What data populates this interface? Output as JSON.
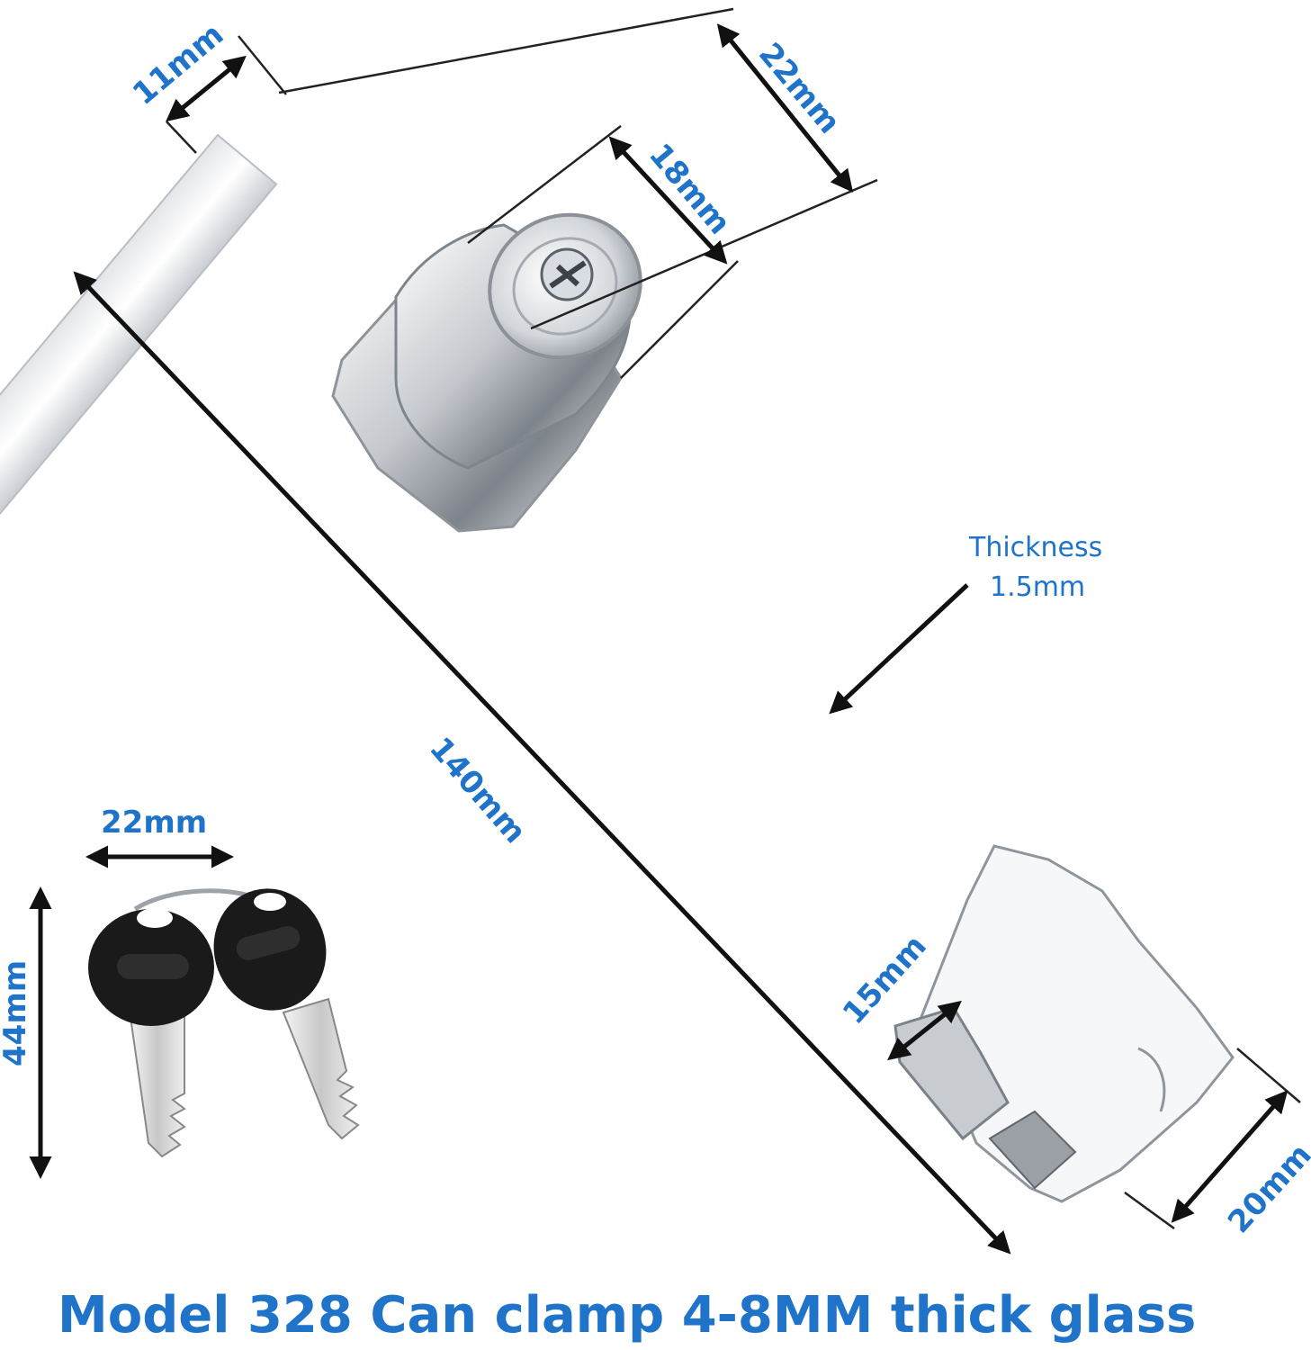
{
  "dimensions": {
    "strip_width": "11mm",
    "lock_body_width": "22mm",
    "cylinder_diameter": "18mm",
    "overall_length": "140mm",
    "clamp_gap": "15mm",
    "clamp_width": "20mm",
    "key_width": "22mm",
    "key_height": "44mm"
  },
  "thickness": {
    "label": "Thickness",
    "value": "1.5mm"
  },
  "caption": "Model 328 Can clamp 4-8MM thick glass",
  "icons": {
    "lock": "sliding-door-lock-icon",
    "keys": "keys-icon"
  },
  "colors": {
    "label_blue": "#1f73c8",
    "metal_light": "#f2f3f5",
    "metal_dark": "#8a8f96",
    "key_head": "#1a1a1a"
  }
}
